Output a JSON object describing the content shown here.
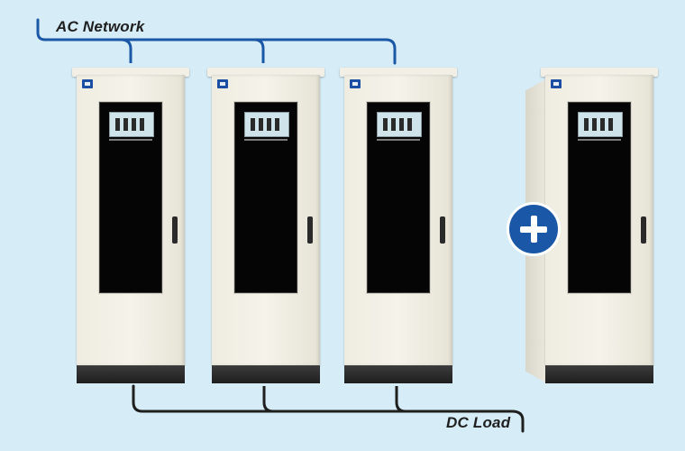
{
  "diagram": {
    "ac_label": "AC Network",
    "dc_label": "DC Load",
    "cabinets": [
      {
        "name": "rectifier-cabinet-1",
        "role": "installed"
      },
      {
        "name": "rectifier-cabinet-2",
        "role": "installed"
      },
      {
        "name": "rectifier-cabinet-3",
        "role": "installed"
      },
      {
        "name": "rectifier-cabinet-4",
        "role": "expansion"
      }
    ],
    "colors": {
      "background": "#d6ecf6",
      "ac_wire": "#1a57a6",
      "dc_wire": "#1f1f1f",
      "badge": "#1a57a6",
      "cabinet": "#f2efe4"
    },
    "icons": {
      "add": "plus-icon"
    }
  }
}
